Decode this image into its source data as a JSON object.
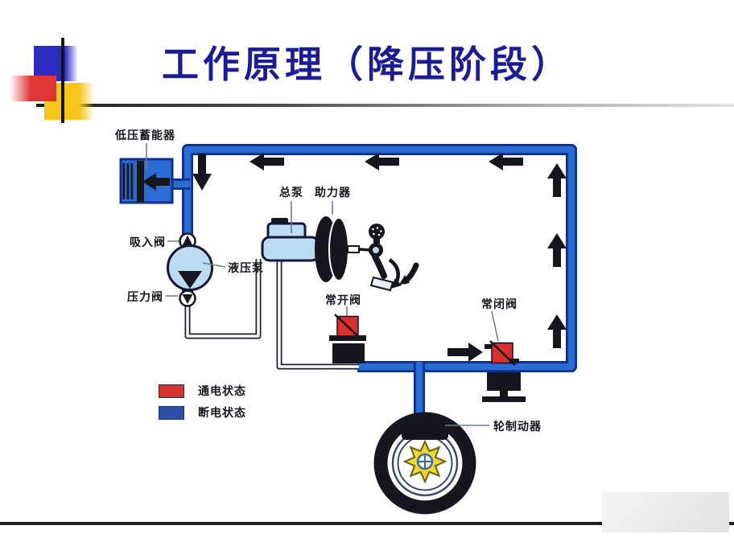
{
  "slide": {
    "title": "工作原理（降压阶段）",
    "component_labels": {
      "accumulator": "低压蓄能器",
      "suction_valve": "吸入阀",
      "hydraulic_pump": "液压泵",
      "pressure_valve": "压力阀",
      "master_cylinder": "总泵",
      "booster": "助力器",
      "normally_open_valve": "常开阀",
      "normally_closed_valve": "常闭阀",
      "wheel_brake": "轮制动器"
    },
    "legend": {
      "energized_label": "通电状态",
      "deenergized_label": "断电状态"
    },
    "colors": {
      "title_text": "#1c1c96",
      "label_text": "#16161e",
      "pipe_fill": "#2b6cd4",
      "pipe_border": "#0d3090",
      "component_fill": "#bcdcf2",
      "component_stroke": "#14143c",
      "energized": "#d8302c",
      "deenergized": "#2b50a8",
      "arrow": "#16161e",
      "gear_fill": "#ecd92c"
    }
  }
}
